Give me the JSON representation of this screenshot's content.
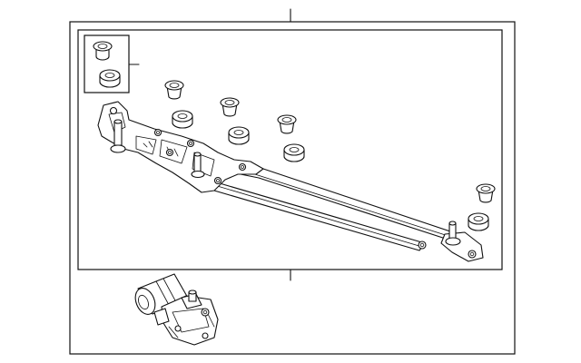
{
  "diagram": {
    "description_text": "",
    "parts": [
      {
        "name": "wiper-linkage-assembly"
      },
      {
        "name": "linkage-bushing-kit"
      },
      {
        "name": "wiper-motor"
      }
    ]
  }
}
